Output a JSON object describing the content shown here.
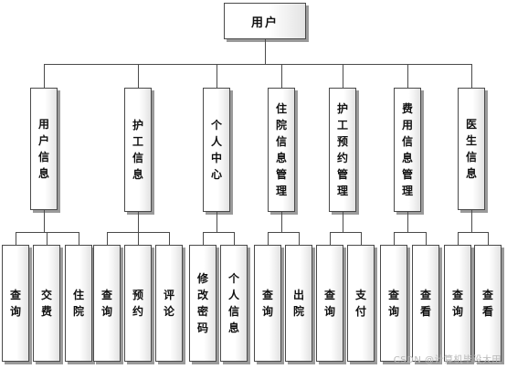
{
  "root": {
    "label": "用户"
  },
  "modules": [
    {
      "label": "用户信息",
      "children": [
        "查询",
        "交费",
        "住院"
      ]
    },
    {
      "label": "护工信息",
      "children": [
        "查询",
        "预约",
        "评论"
      ]
    },
    {
      "label": "个人中心",
      "children": [
        "修改密码",
        "个人信息"
      ]
    },
    {
      "label": "住院信息管理",
      "children": [
        "查询",
        "出院"
      ]
    },
    {
      "label": "护工预约管理",
      "children": [
        "查询",
        "支付"
      ]
    },
    {
      "label": "费用信息管理",
      "children": [
        "查询",
        "查看"
      ]
    },
    {
      "label": "医生信息",
      "children": [
        "查询",
        "查看"
      ]
    }
  ],
  "watermark": "CSDN @计算机毕设大田"
}
